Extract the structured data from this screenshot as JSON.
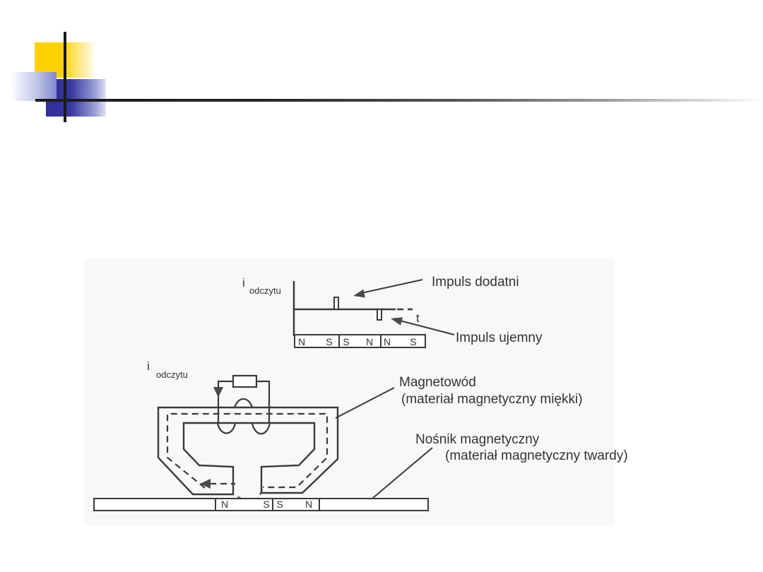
{
  "slide": {
    "decoration": {
      "yellow": "#FFD200",
      "indigo": "#2E2F9E",
      "lavender": "#8189CE",
      "line_color": "#1a1a1a"
    },
    "pulse_plot": {
      "y_axis_label_main": "i",
      "y_axis_label_sub": "odczytu",
      "x_axis_label": "t",
      "label_positive": "Impuls dodatni",
      "label_negative": "Impuls ujemny",
      "strip_cells": [
        "N",
        "S",
        "S",
        "N",
        "N",
        "S"
      ]
    },
    "head_diagram": {
      "current_label_main": "i",
      "current_label_sub": "odczytu",
      "core_label_line1": "Magnetowód",
      "core_label_line2": "(materiał magnetyczny miękki)",
      "medium_label_line1": "Nośnik magnetyczny",
      "medium_label_line2": "(materiał magnetyczny twardy)",
      "strip_cells": [
        "N",
        "S",
        "S",
        "N"
      ]
    }
  }
}
